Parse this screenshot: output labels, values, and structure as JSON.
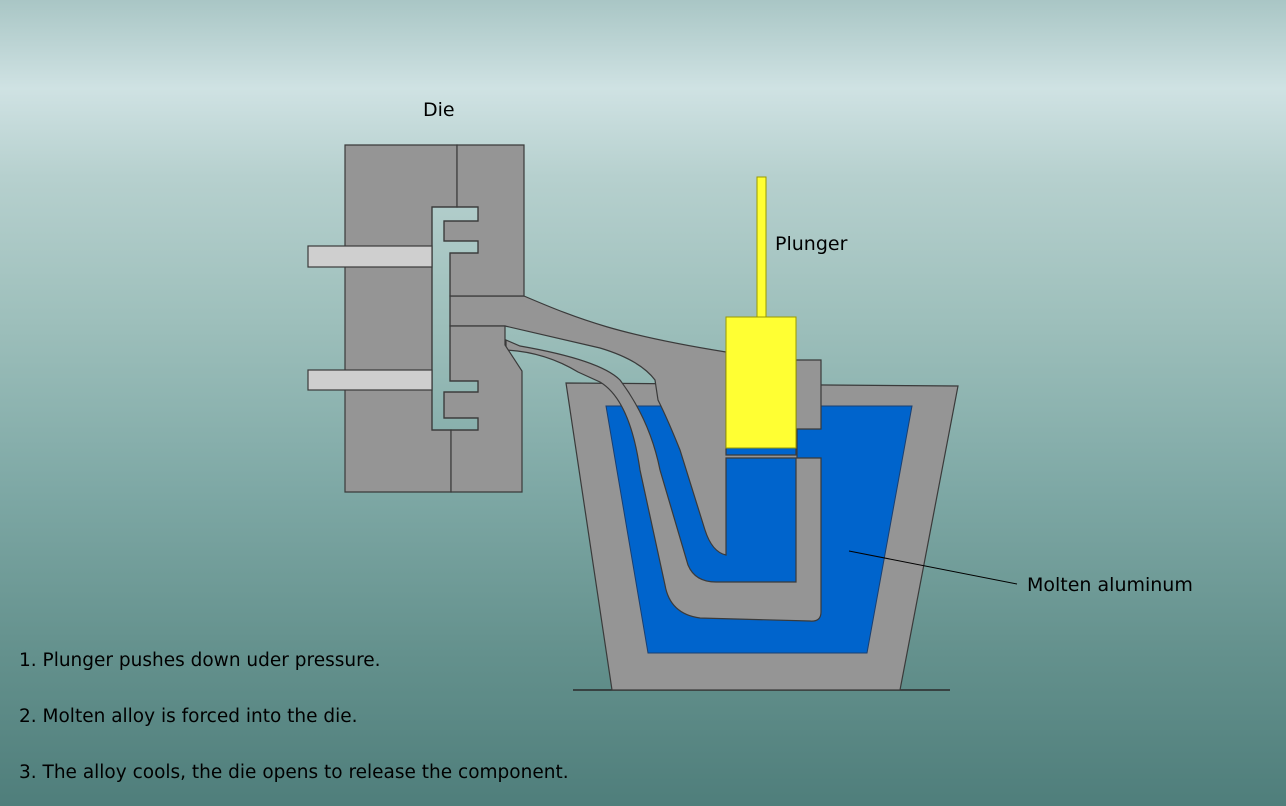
{
  "labels": {
    "die": "Die",
    "plunger": "Plunger",
    "molten": "Molten aluminum"
  },
  "steps": [
    "1. Plunger pushes down uder pressure.",
    "2. Molten alloy is forced into the die.",
    "3. The alloy cools, the die opens to release the component."
  ],
  "colors": {
    "metal_gray": "#959595",
    "outline": "#3a3a3a",
    "pin_gray": "#cfcfcf",
    "molten_blue": "#0064cc",
    "plunger_yellow": "#ffff33",
    "plunger_outline": "#9a9a00"
  }
}
